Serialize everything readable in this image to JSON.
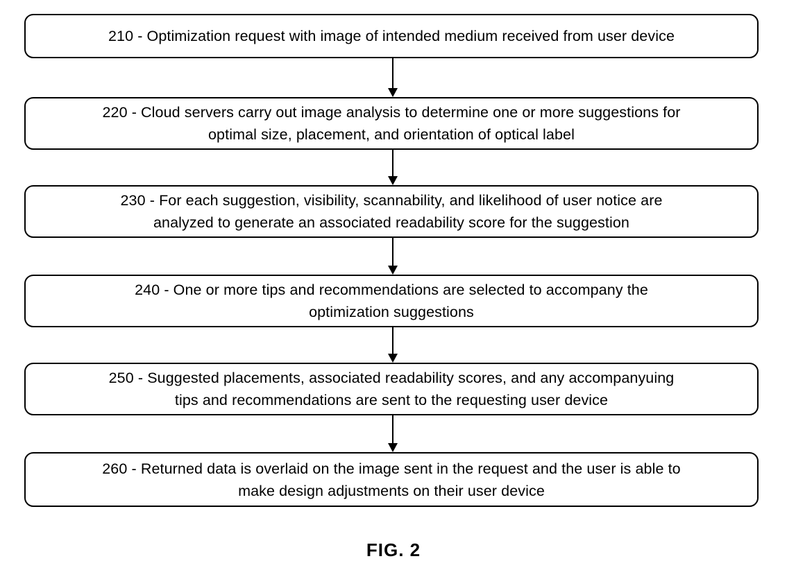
{
  "figure": {
    "caption": "FIG. 2",
    "type": "process-flowchart",
    "orientation": "top-to-bottom",
    "step_count": 6,
    "colors": {
      "background": "#ffffff",
      "box_fill": "#ffffff",
      "box_border": "#000000",
      "text": "#000000",
      "arrow": "#000000"
    }
  },
  "steps": [
    {
      "id": "210",
      "text": "210 - Optimization request with image of intended medium received from user device",
      "lines": [
        "210 - Optimization request with image of intended medium received from user device"
      ]
    },
    {
      "id": "220",
      "text": "220 - Cloud servers carry out image analysis to determine one or more suggestions for\noptimal size, placement, and orientation of optical label",
      "lines": [
        "220 - Cloud servers carry out image analysis to determine one or more suggestions for",
        "optimal size, placement, and orientation of optical label"
      ]
    },
    {
      "id": "230",
      "text": "230 - For each suggestion, visibility, scannability, and likelihood of user notice are\nanalyzed to generate an associated readability score for the suggestion",
      "lines": [
        "230 - For each suggestion, visibility, scannability, and likelihood of user notice are",
        "analyzed to generate an associated readability score for the suggestion"
      ]
    },
    {
      "id": "240",
      "text": "240 - One or more tips and recommendations are selected to accompany the\noptimization suggestions",
      "lines": [
        "240 - One or more tips and recommendations are selected to accompany the",
        "optimization suggestions"
      ]
    },
    {
      "id": "250",
      "text": "250 - Suggested placements, associated readability scores, and any accompanyuing\ntips and recommendations are sent to the requesting user device",
      "lines": [
        "250 - Suggested placements, associated readability scores, and any accompanyuing",
        "tips and recommendations are sent to the requesting user device"
      ]
    },
    {
      "id": "260",
      "text": "260 - Returned data is overlaid on the image sent in the request and the user is able to\nmake design adjustments on their user device",
      "lines": [
        "260 - Returned data is overlaid on the image sent in the request and the user is able to",
        "make design adjustments on their user device"
      ]
    }
  ],
  "connectors": [
    {
      "from": "210",
      "to": "220",
      "style": "solid-arrow-down"
    },
    {
      "from": "220",
      "to": "230",
      "style": "solid-arrow-down"
    },
    {
      "from": "230",
      "to": "240",
      "style": "solid-arrow-down"
    },
    {
      "from": "240",
      "to": "250",
      "style": "solid-arrow-down"
    },
    {
      "from": "250",
      "to": "260",
      "style": "solid-arrow-down"
    }
  ]
}
